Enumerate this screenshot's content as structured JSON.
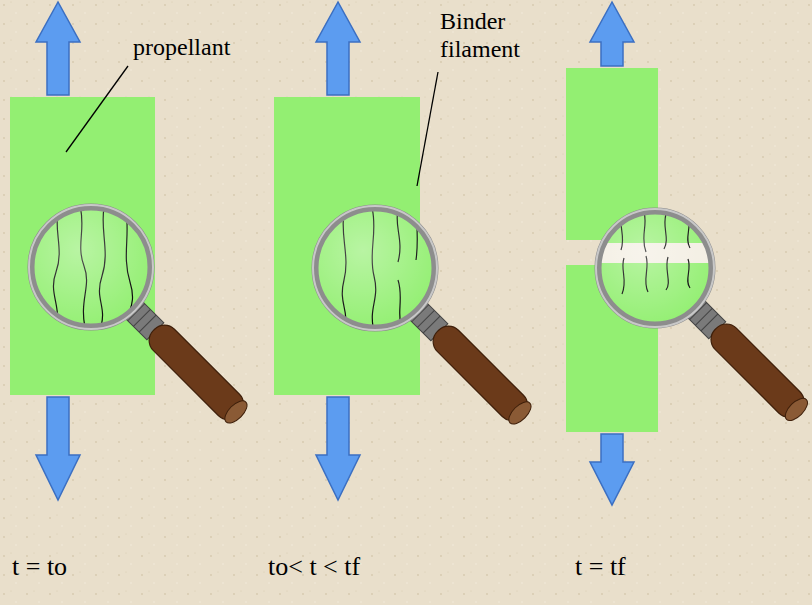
{
  "diagram": {
    "labels": [
      "propellant",
      "Binder filament",
      "t = to",
      "to< t < tf",
      "t = tf"
    ]
  }
}
